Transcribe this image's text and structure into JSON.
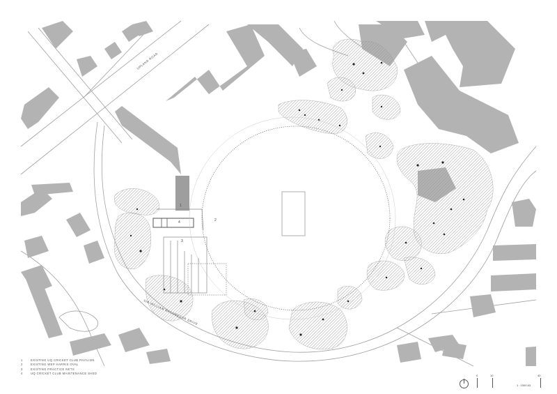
{
  "map": {
    "roads": {
      "upland_road": "UPLAND ROAD",
      "sir_william_drive": "SIR WILLIAM MACGREGOR DRIVE"
    },
    "markers": [
      "1",
      "2",
      "3",
      "4"
    ],
    "legend": [
      {
        "num": "1",
        "text": "EXISTING UQ CRICKET CLUB PAVILION"
      },
      {
        "num": "2",
        "text": "EXISTING WEP HARRIS OVAL"
      },
      {
        "num": "3",
        "text": "EXISTING PRACTICE NETS"
      },
      {
        "num": "4",
        "text": "UQ CRICKET CLUB MAINTENANCE SHED"
      }
    ],
    "scale": {
      "ticks": [
        "0",
        "10",
        "40"
      ],
      "ratio": "1 : 1000 A3"
    },
    "colors": {
      "building": "#b3b3b3",
      "road_line": "#999999",
      "tree_hatch": "#8c8c8c"
    }
  }
}
